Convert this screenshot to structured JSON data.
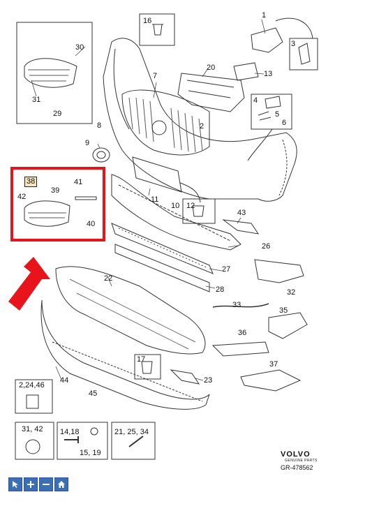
{
  "callouts": [
    "1",
    "3",
    "16",
    "30",
    "31",
    "29",
    "7",
    "20",
    "13",
    "4",
    "5",
    "6",
    "8",
    "9",
    "2",
    "11",
    "10",
    "12",
    "43",
    "26",
    "27",
    "28",
    "22",
    "33",
    "35",
    "32",
    "36",
    "37",
    "23",
    "44",
    "45"
  ],
  "boxes": {
    "b38": {
      "label": "38",
      "sub": [
        "41",
        "39",
        "42",
        "40"
      ]
    },
    "b17": {
      "label": "17"
    },
    "b2": {
      "label": "2,24,46"
    },
    "b31": {
      "label": "31, 42"
    },
    "b14": {
      "label1": "14,18",
      "label2": "15, 19"
    },
    "b21": {
      "label": "21, 25, 34"
    }
  },
  "brand": {
    "name": "VOLVO",
    "tagline": "GENUINE PARTS",
    "ref": "GR-478562"
  },
  "toolbar": [
    {
      "name": "select",
      "icon": "pointer-icon"
    },
    {
      "name": "zoom-in",
      "icon": "plus-icon"
    },
    {
      "name": "zoom-out",
      "icon": "minus-icon"
    },
    {
      "name": "home",
      "icon": "home-icon"
    }
  ],
  "colors": {
    "highlight": "#e8141b",
    "toolbar": "#3b6fb5",
    "line": "#333333"
  }
}
